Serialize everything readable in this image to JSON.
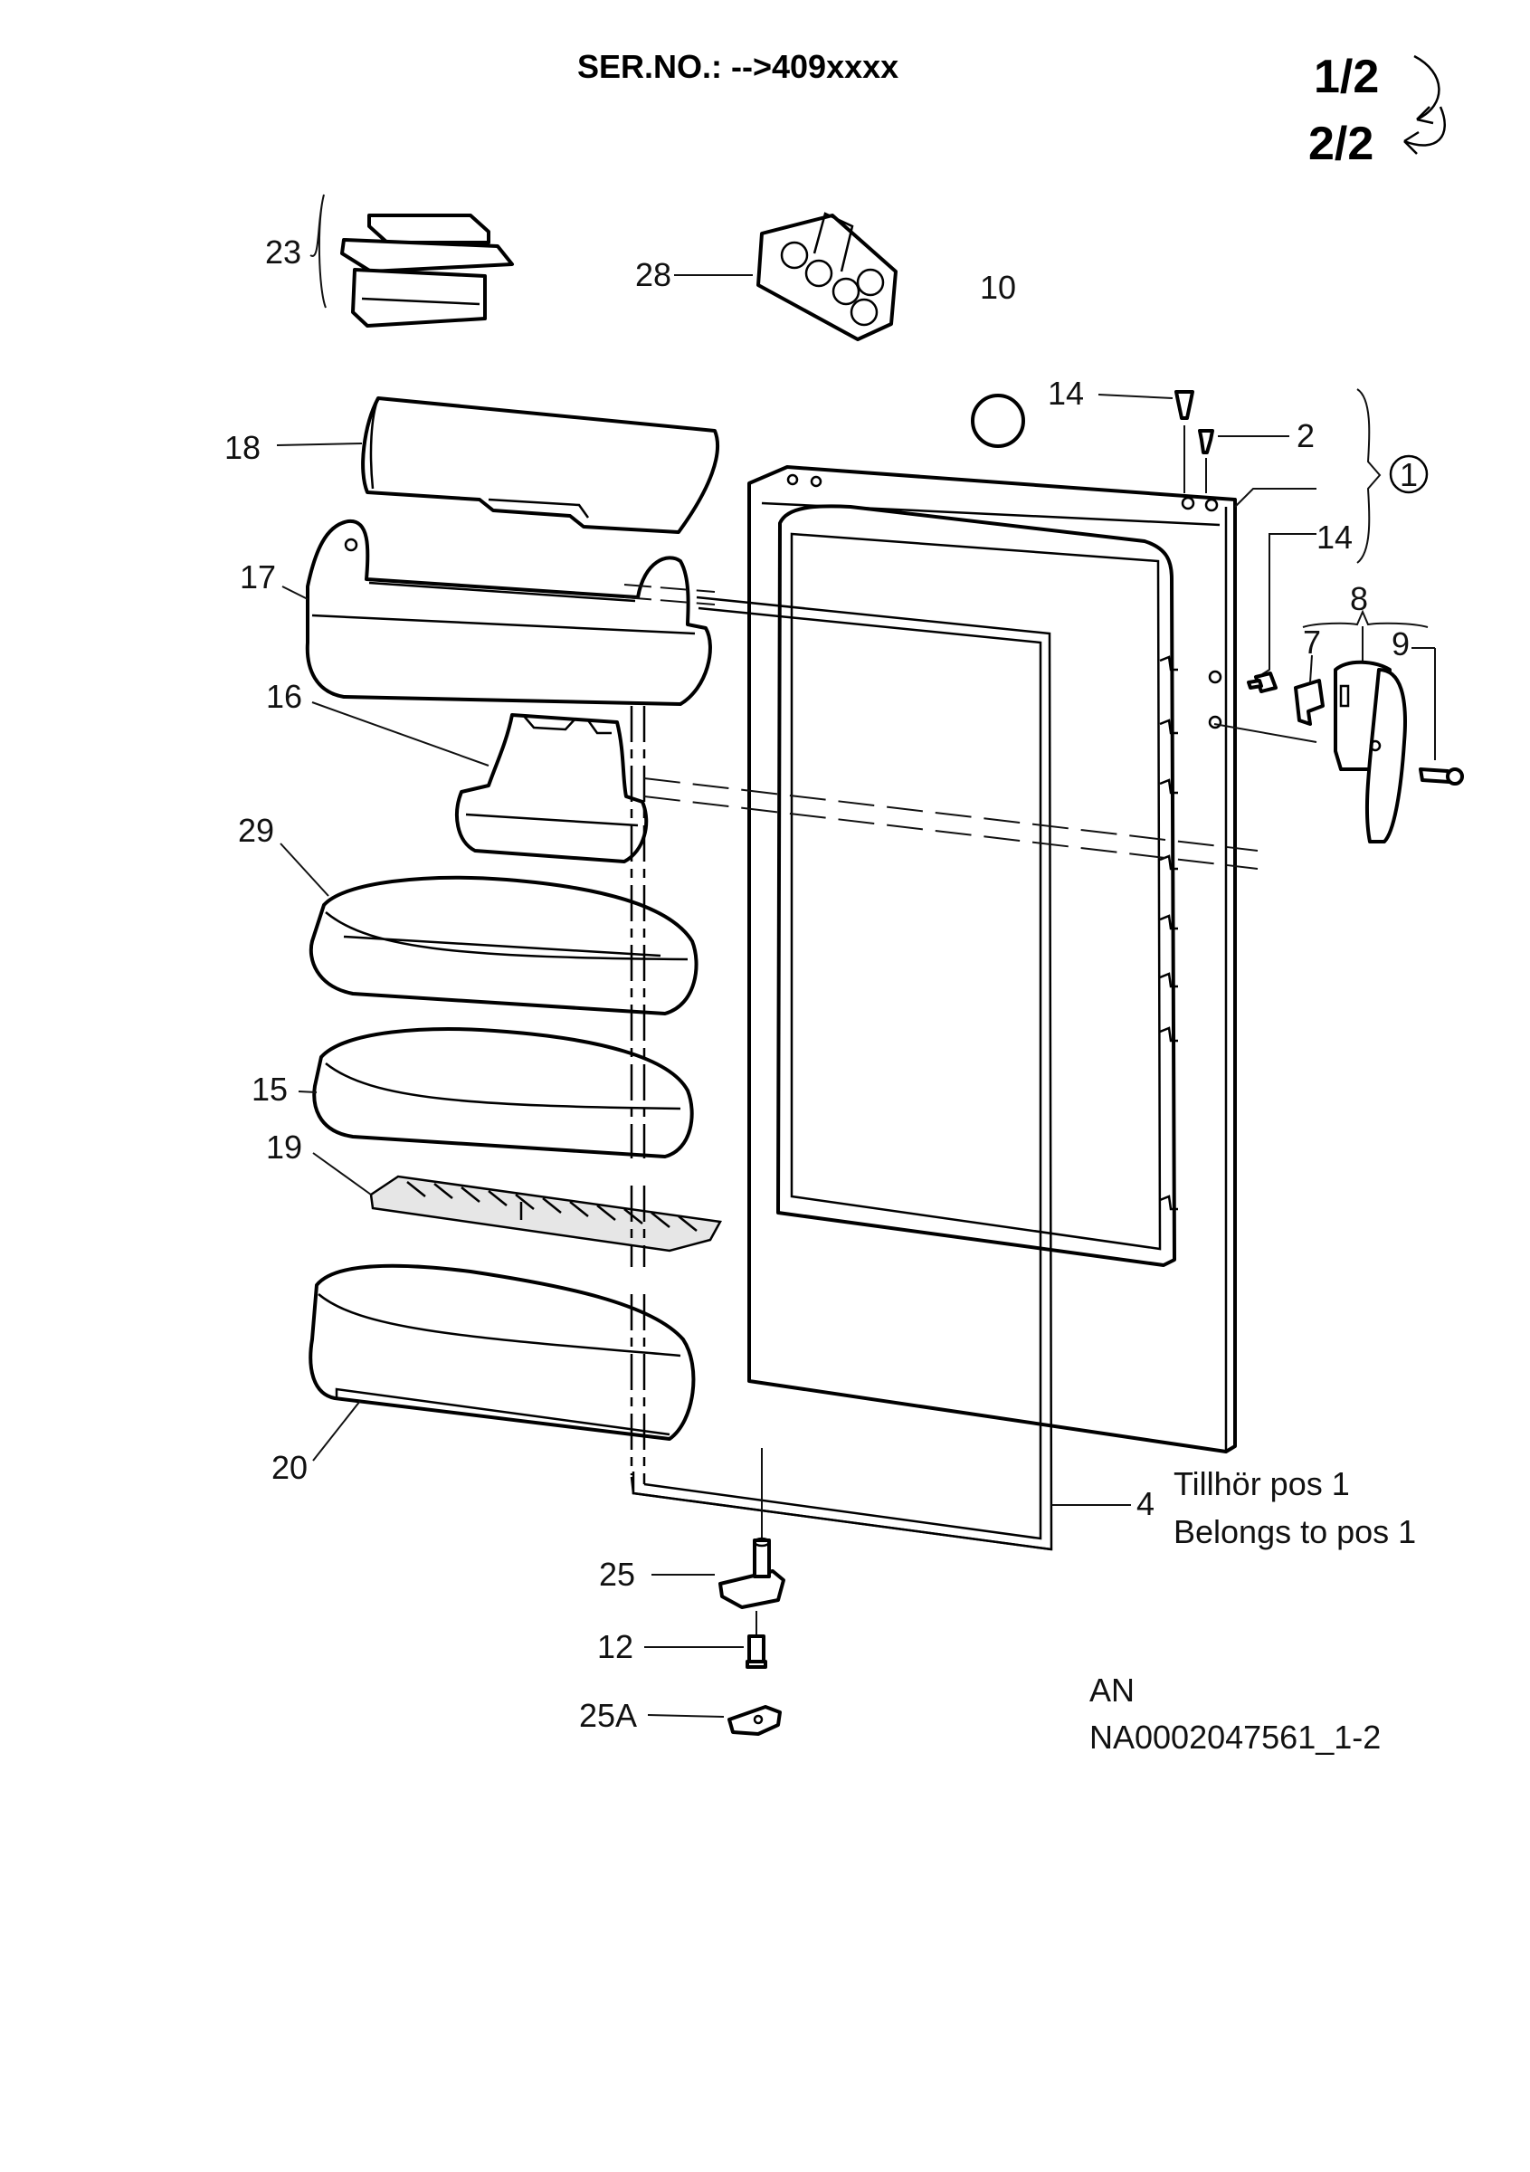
{
  "header": {
    "serial": "SER.NO.: -->409xxxx",
    "page_first": "1/2",
    "page_second": "2/2"
  },
  "labels": {
    "p23": "23",
    "p28": "28",
    "p10": "10",
    "p14a": "14",
    "p2": "2",
    "p1": "1",
    "p14b": "14",
    "p18": "18",
    "p17": "17",
    "p16": "16",
    "p8": "8",
    "p7": "7",
    "p9": "9",
    "p29": "29",
    "p15": "15",
    "p19": "19",
    "p20": "20",
    "p4": "4",
    "p25": "25",
    "p12": "12",
    "p25a": "25A"
  },
  "notes": {
    "tillhor": "Tillhör pos 1",
    "belongs": "Belongs to pos 1",
    "an": "AN",
    "doc_id": "NA0002047561_1-2"
  },
  "icons": {
    "arrow_down": "curved-arrow-down-icon",
    "arrow_return": "curved-arrow-return-icon",
    "circled_one": "circled-number-icon"
  }
}
